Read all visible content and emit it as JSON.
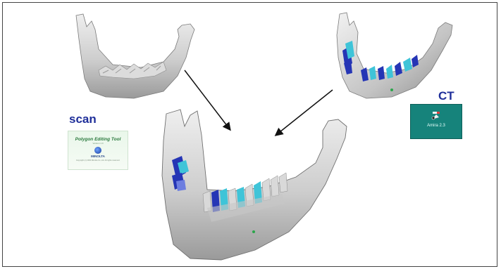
{
  "labels": {
    "scan": "scan",
    "ct": "CT"
  },
  "splash": {
    "title": "Polygon Editing Tool",
    "version": "Version 1.0",
    "brand": "MINOLTA",
    "copyright": "Copyright (c) 2000 Minolta Co.,Ltd. All rights reserved."
  },
  "app_icon": {
    "icon": "amira-icon",
    "caption": "Amira 2.3"
  },
  "colors": {
    "label": "#1f2f9a",
    "bone": "#c9c9c9",
    "tooth_dark": "#2535b5",
    "tooth_light": "#3fc4d8",
    "app_bg": "#16837b"
  }
}
